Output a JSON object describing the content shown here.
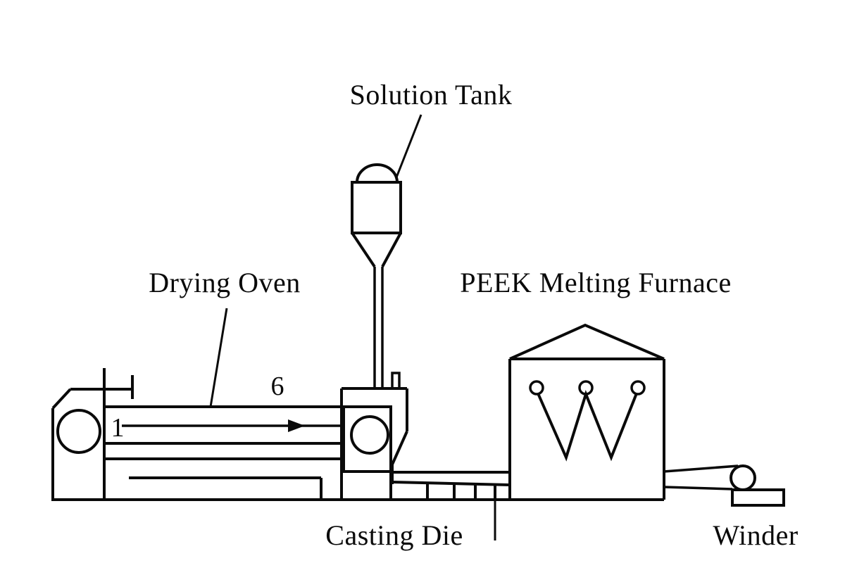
{
  "page": {
    "background_color": "#ffffff"
  },
  "diagram": {
    "line_color": "#0a0a0a",
    "text_color": "#0a0a0a",
    "labels": {
      "solution_tank": "Solution Tank",
      "drying_oven": "Drying Oven",
      "peek_melting_furnace": "PEEK Melting Furnace",
      "casting_die": "Casting Die",
      "winder": "Winder"
    },
    "annotations": {
      "film_marker": "1",
      "oven_marker": "6"
    }
  }
}
